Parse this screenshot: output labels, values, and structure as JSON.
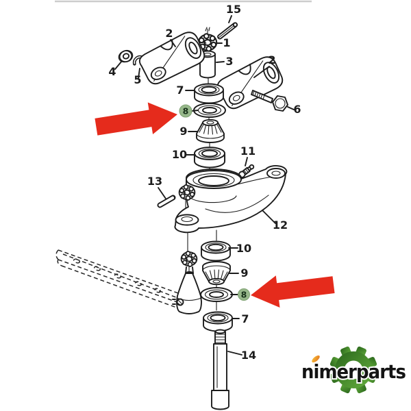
{
  "page": {
    "background_color": "#ffffff",
    "top_border_color": "#cccccc"
  },
  "diagram": {
    "line_color": "#1c1c1c",
    "arrow_color": "#e52b1c",
    "highlight_bg_color": "#97b88b",
    "highlighted_part": "8",
    "callouts": {
      "c15": "15",
      "c1": "1",
      "c2_left": "2",
      "c3": "3",
      "c4": "4",
      "c5": "5",
      "c2_right": "2",
      "c6": "6",
      "c7_upper": "7",
      "c8_upper": "8",
      "c9_upper": "9",
      "c10_upper": "10",
      "c11": "11",
      "c13": "13",
      "c12": "12",
      "c10_lower": "10",
      "c9_lower": "9",
      "c8_lower": "8",
      "c7_lower": "7",
      "c14": "14"
    }
  },
  "logo": {
    "text": "nimerparts",
    "text_color": "#141414",
    "gear_color_dark": "#2a661c",
    "gear_color_light": "#66ae3f",
    "accent_color": "#e98a23"
  }
}
